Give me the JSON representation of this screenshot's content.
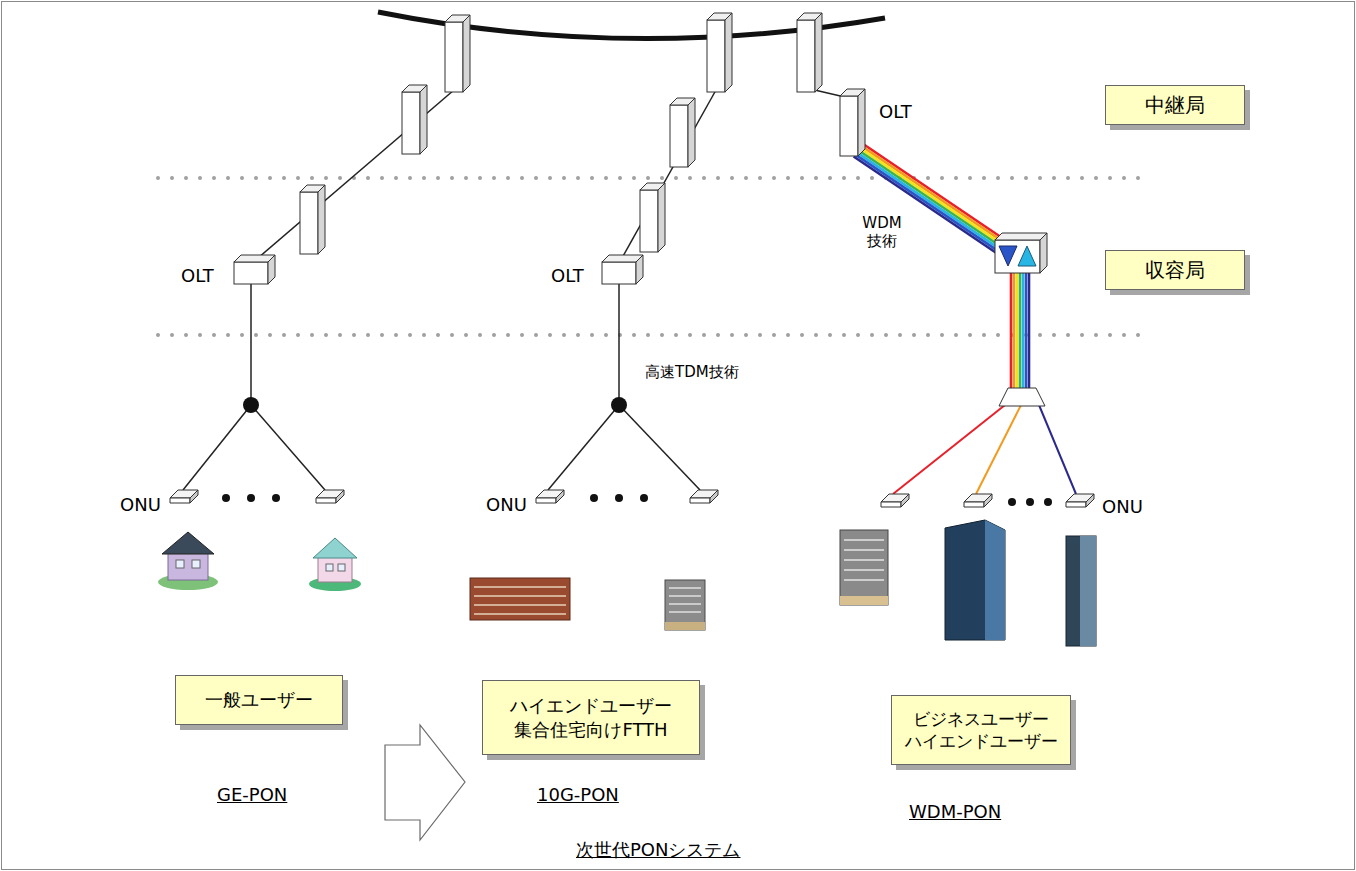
{
  "diagram": {
    "caption": "次世代PONシステム",
    "nodes": [
      {
        "text": [
          "中継局"
        ]
      },
      {
        "text": [
          "収容局"
        ]
      },
      {
        "text": [
          "一般ユーザー"
        ]
      },
      {
        "text": [
          "ハイエンドユーザー 集合住宅向けFTTH"
        ]
      },
      {
        "text": [
          "ビジネスユーザー ハイエンドユーザー"
        ]
      }
    ],
    "labels": [
      "OLT",
      "OLT",
      "OLT",
      "WDM 技術",
      "高速TDM技術",
      "ONU",
      "ONU",
      "ONU",
      "GE-PON",
      "10G-PON",
      "WDM-PON"
    ]
  }
}
